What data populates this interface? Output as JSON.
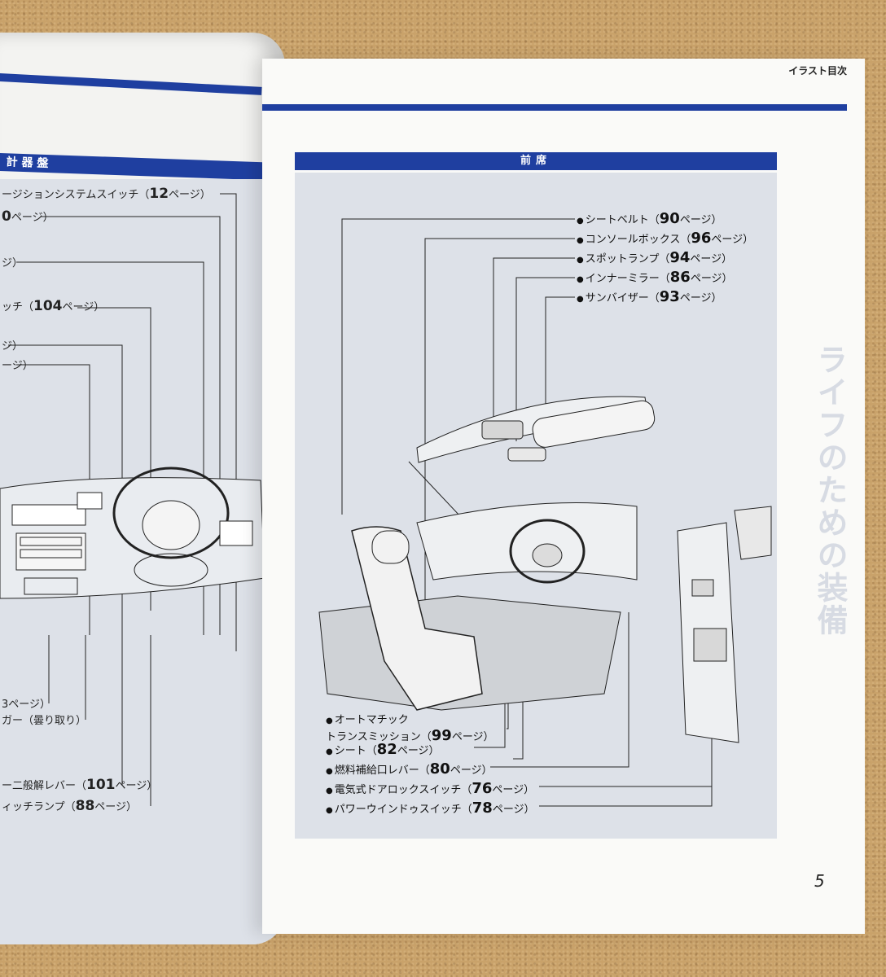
{
  "header": {
    "section_index": "イラスト目次"
  },
  "left_page": {
    "section_title": "計 器 盤",
    "labels": [
      {
        "text": "ージションシステムスイッチ（",
        "page": "12",
        "suffix": "ページ）"
      },
      {
        "text": "",
        "page": "0",
        "suffix": "ページ）"
      },
      {
        "text": "ジ）",
        "page": "",
        "suffix": ""
      },
      {
        "text": "ッチ（",
        "page": "104",
        "suffix": "ページ）"
      },
      {
        "text": "ジ）",
        "page": "",
        "suffix": ""
      },
      {
        "text": "ージ）",
        "page": "",
        "suffix": ""
      },
      {
        "text": "3ページ）",
        "page": "",
        "suffix": ""
      },
      {
        "text": "ガー（曇り取り）",
        "page": "",
        "suffix": ""
      },
      {
        "text": "ー二般解レバー（",
        "page": "101",
        "suffix": "ページ）"
      },
      {
        "text": "ィッチランプ（",
        "page": "88",
        "suffix": "ページ）"
      }
    ]
  },
  "right_page": {
    "section_title": "前席",
    "top_callouts": [
      {
        "text": "シートベルト（",
        "page": "90",
        "suffix": "ページ）"
      },
      {
        "text": "コンソールボックス（",
        "page": "96",
        "suffix": "ページ）"
      },
      {
        "text": "スポットランプ（",
        "page": "94",
        "suffix": "ページ）"
      },
      {
        "text": "インナーミラー（",
        "page": "86",
        "suffix": "ページ）"
      },
      {
        "text": "サンバイザー（",
        "page": "93",
        "suffix": "ページ）"
      }
    ],
    "bottom_callouts": [
      {
        "text": "オートマチック\nトランスミッション（",
        "page": "99",
        "suffix": "ページ）"
      },
      {
        "text": "シート（",
        "page": "82",
        "suffix": "ページ）"
      },
      {
        "text": "燃料補給口レバー（",
        "page": "80",
        "suffix": "ページ）"
      },
      {
        "text": "電気式ドアロックスイッチ（",
        "page": "76",
        "suffix": "ページ）"
      },
      {
        "text": "パワーウインドゥスイッチ（",
        "page": "78",
        "suffix": "ページ）"
      }
    ],
    "watermark": "ライフのための装備",
    "page_number": "5"
  },
  "colors": {
    "accent_blue": "#1f3fa0",
    "panel_gray": "#dde1e8"
  }
}
